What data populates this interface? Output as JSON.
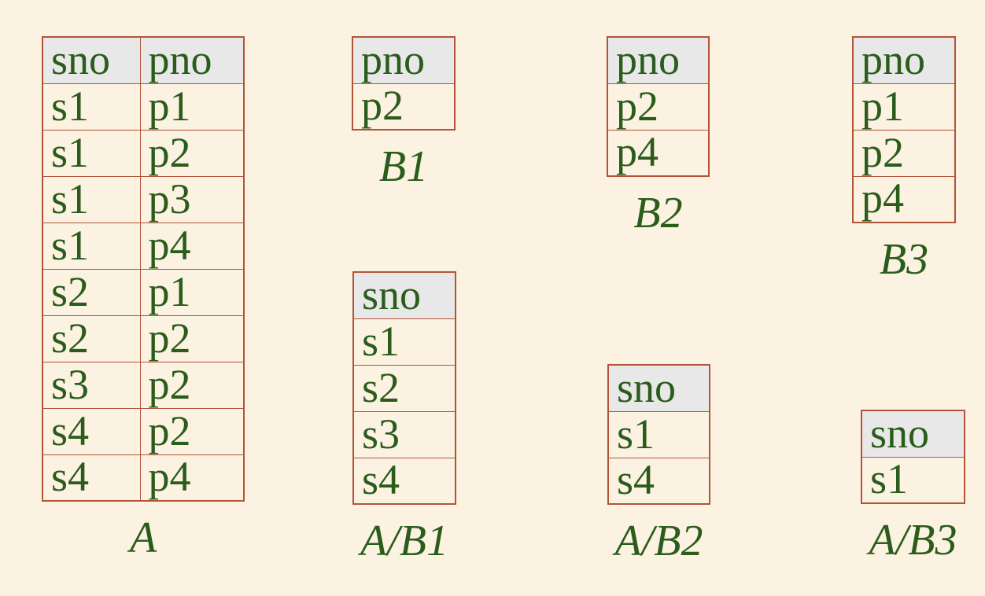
{
  "page": {
    "background": "#fcf2e1"
  },
  "colors": {
    "table_border": "#b2543a",
    "header_fill": "#e8e8e8",
    "text_green": "#2a5c1b"
  },
  "tables": {
    "a": {
      "label": "A",
      "headers": [
        "sno",
        "pno"
      ],
      "rows": [
        [
          "s1",
          "p1"
        ],
        [
          "s1",
          "p2"
        ],
        [
          "s1",
          "p3"
        ],
        [
          "s1",
          "p4"
        ],
        [
          "s2",
          "p1"
        ],
        [
          "s2",
          "p2"
        ],
        [
          "s3",
          "p2"
        ],
        [
          "s4",
          "p2"
        ],
        [
          "s4",
          "p4"
        ]
      ]
    },
    "b1": {
      "label": "B1",
      "headers": [
        "pno"
      ],
      "rows": [
        [
          "p2"
        ]
      ]
    },
    "b2": {
      "label": "B2",
      "headers": [
        "pno"
      ],
      "rows": [
        [
          "p2"
        ],
        [
          "p4"
        ]
      ]
    },
    "b3": {
      "label": "B3",
      "headers": [
        "pno"
      ],
      "rows": [
        [
          "p1"
        ],
        [
          "p2"
        ],
        [
          "p4"
        ]
      ]
    },
    "a_div_b1": {
      "label": "A/B1",
      "headers": [
        "sno"
      ],
      "rows": [
        [
          "s1"
        ],
        [
          "s2"
        ],
        [
          "s3"
        ],
        [
          "s4"
        ]
      ]
    },
    "a_div_b2": {
      "label": "A/B2",
      "headers": [
        "sno"
      ],
      "rows": [
        [
          "s1"
        ],
        [
          "s4"
        ]
      ]
    },
    "a_div_b3": {
      "label": "A/B3",
      "headers": [
        "sno"
      ],
      "rows": [
        [
          "s1"
        ]
      ]
    }
  }
}
